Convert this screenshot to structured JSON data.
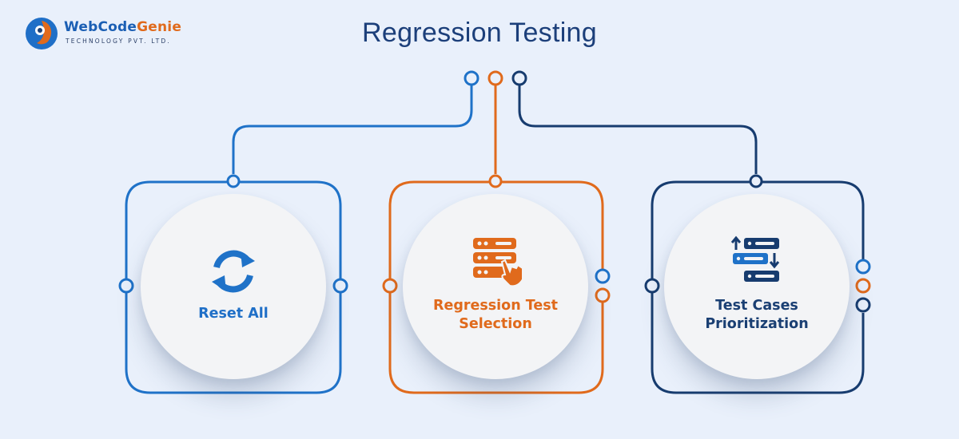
{
  "brand": {
    "name_part1": "WebCode",
    "name_part2": "Genie",
    "tagline": "TECHNOLOGY PVT. LTD."
  },
  "title": "Regression Testing",
  "colors": {
    "blue": "#1f72c8",
    "orange": "#e06a1c",
    "navy": "#173c6f",
    "background": "#e9f0fb"
  },
  "items": [
    {
      "label_line1": "Reset All",
      "label_line2": "",
      "icon": "refresh-icon",
      "color": "blue"
    },
    {
      "label_line1": "Regression Test",
      "label_line2": "Selection",
      "icon": "server-pointer-icon",
      "color": "orange"
    },
    {
      "label_line1": "Test Cases",
      "label_line2": "Prioritization",
      "icon": "sort-list-icon",
      "color": "navy"
    }
  ]
}
